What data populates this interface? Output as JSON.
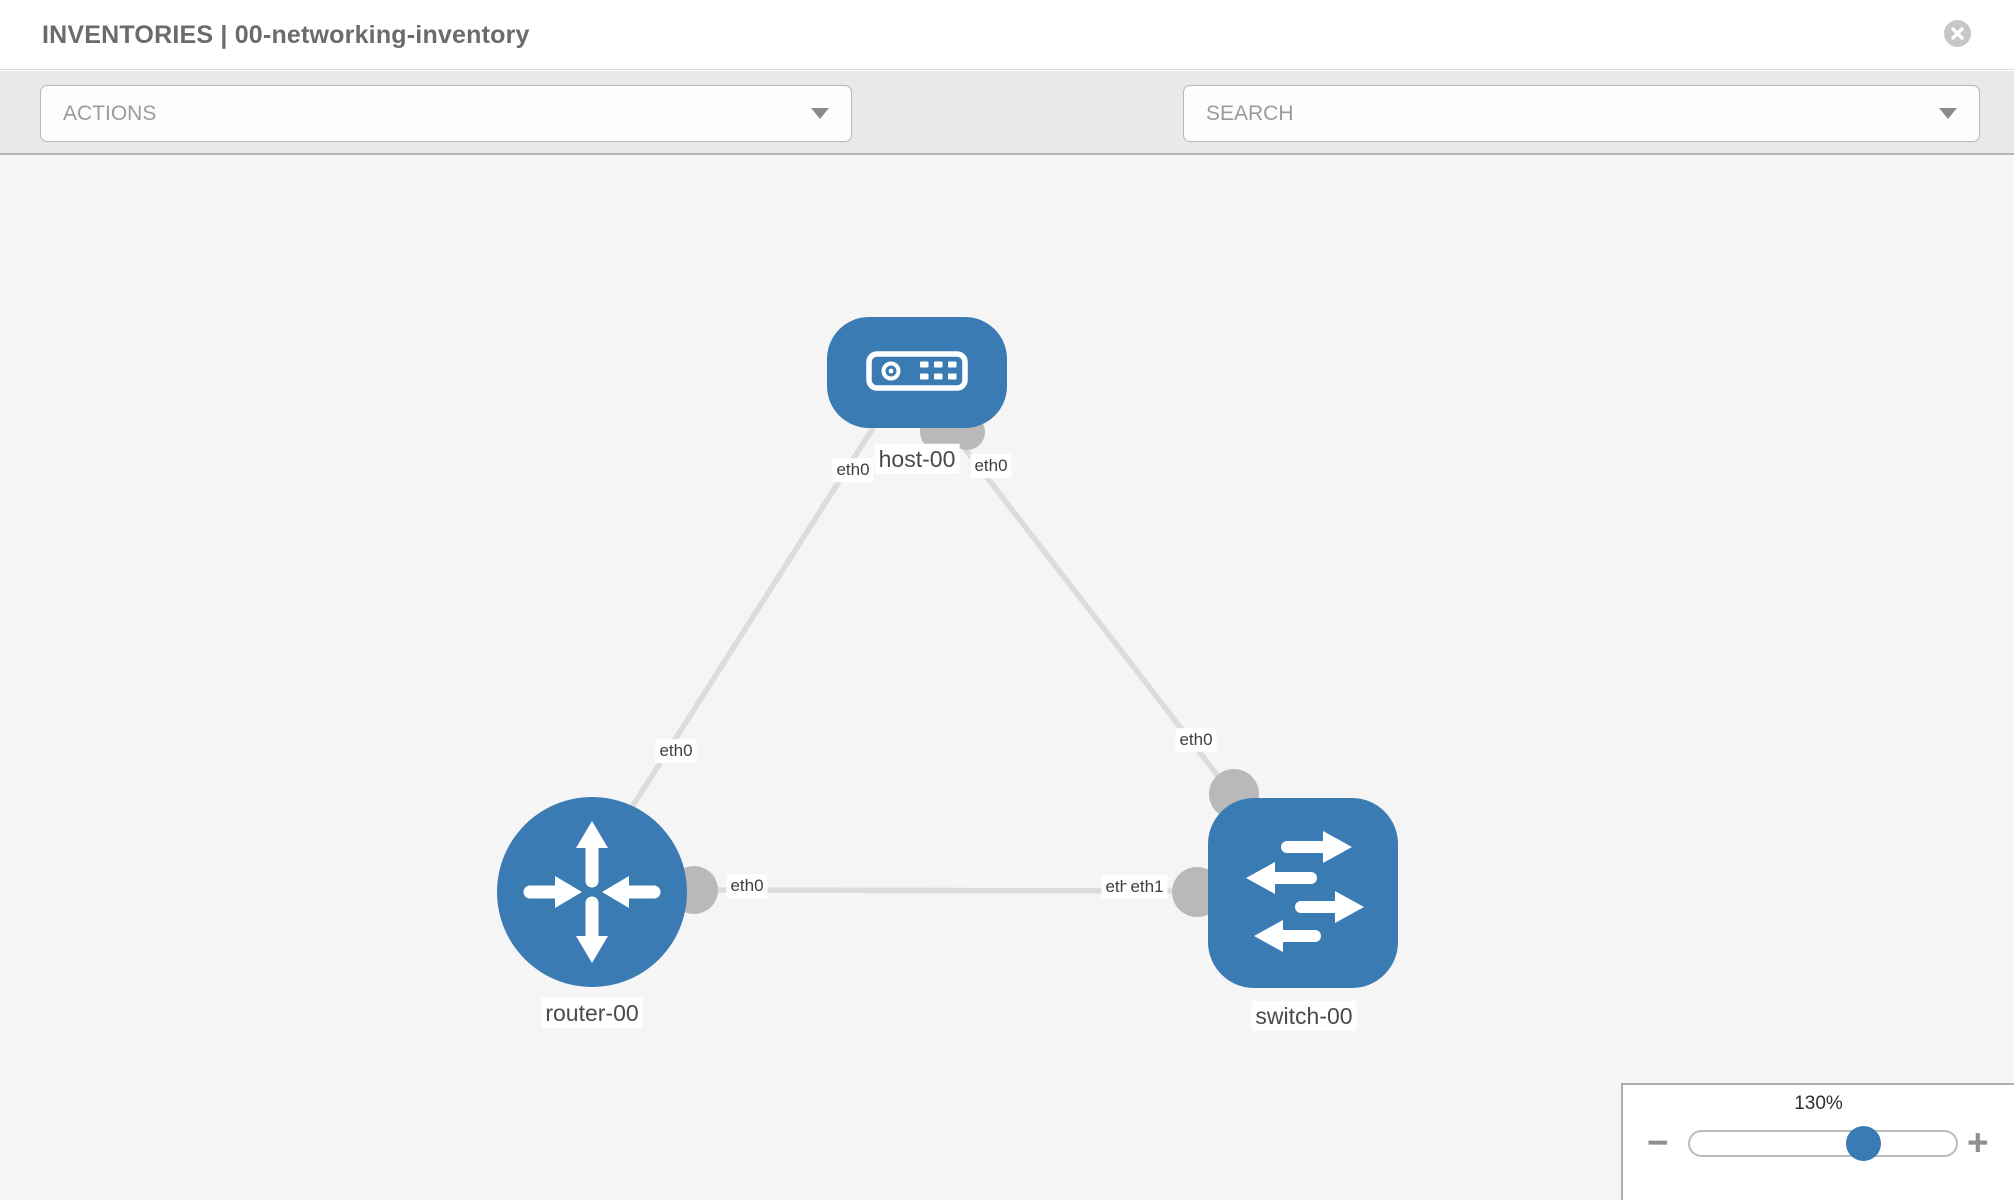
{
  "header": {
    "title": "INVENTORIES | 00-networking-inventory"
  },
  "toolbar": {
    "actions_label": "ACTIONS",
    "search_placeholder": "SEARCH",
    "icons": {
      "wrench": "wrench-icon",
      "key": "key-icon",
      "dropdown_caret": "chevron-down-icon",
      "close": "close-icon"
    }
  },
  "topology": {
    "nodes": [
      {
        "id": "host-00",
        "type": "host",
        "label": "host-00"
      },
      {
        "id": "router-00",
        "type": "router",
        "label": "router-00"
      },
      {
        "id": "switch-00",
        "type": "switch",
        "label": "switch-00"
      }
    ],
    "links": [
      {
        "source": "host-00",
        "target": "router-00",
        "source_interface": "eth0",
        "target_interface": "eth0"
      },
      {
        "source": "host-00",
        "target": "switch-00",
        "source_interface": "eth0",
        "target_interface": "eth0"
      },
      {
        "source": "router-00",
        "target": "switch-00",
        "source_interface": "eth0",
        "target_interface": "eth1"
      }
    ],
    "interfaces": {
      "l1_host_end": "eth0",
      "l1_router_end": "eth0",
      "l2_host_end": "eth0",
      "l2_switch_end": "eth0",
      "l3_router_end": "eth0",
      "l3_switch_end_back": "eth0",
      "l3_switch_end_front": "eth1"
    }
  },
  "zoom": {
    "value": "130%",
    "minus_label": "−",
    "plus_label": "+"
  },
  "colors": {
    "node_blue": "#3b7bb3",
    "link_gray": "#dcdcdc",
    "port_gray": "#b9b9b9",
    "toolbar_bg": "#e9e9e9",
    "canvas_bg": "#f5f5f5"
  }
}
